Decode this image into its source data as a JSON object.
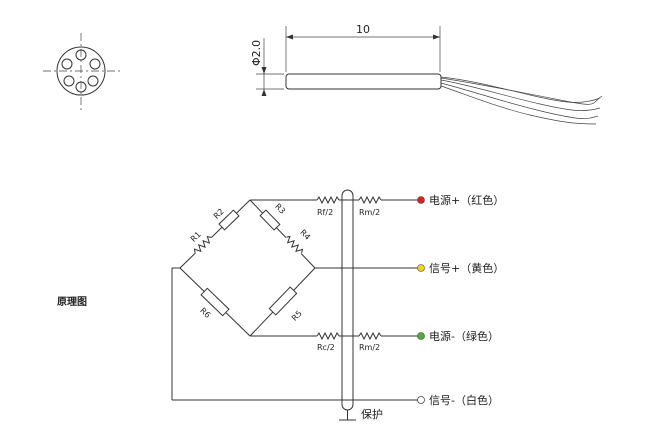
{
  "drawing": {
    "length_label": "10",
    "diameter_label": "Φ2.0"
  },
  "schematic": {
    "title": "原理图",
    "resistors": {
      "r1": "R1",
      "r2": "R2",
      "r3": "R3",
      "r4": "R4",
      "r5": "R5",
      "r6": "R6",
      "rf": "Rf/2",
      "rm_top": "Rm/2",
      "rc": "Rc/2",
      "rm_bottom": "Rm/2"
    },
    "terminals": [
      {
        "label": "电源+（红色）",
        "color": "#e02020"
      },
      {
        "label": "信号+（黄色）",
        "color": "#f2d21b"
      },
      {
        "label": "电源-（绿色）",
        "color": "#4caf3a"
      },
      {
        "label": "信号-（白色）",
        "color": "#ffffff"
      }
    ],
    "shield_label": "保护"
  }
}
